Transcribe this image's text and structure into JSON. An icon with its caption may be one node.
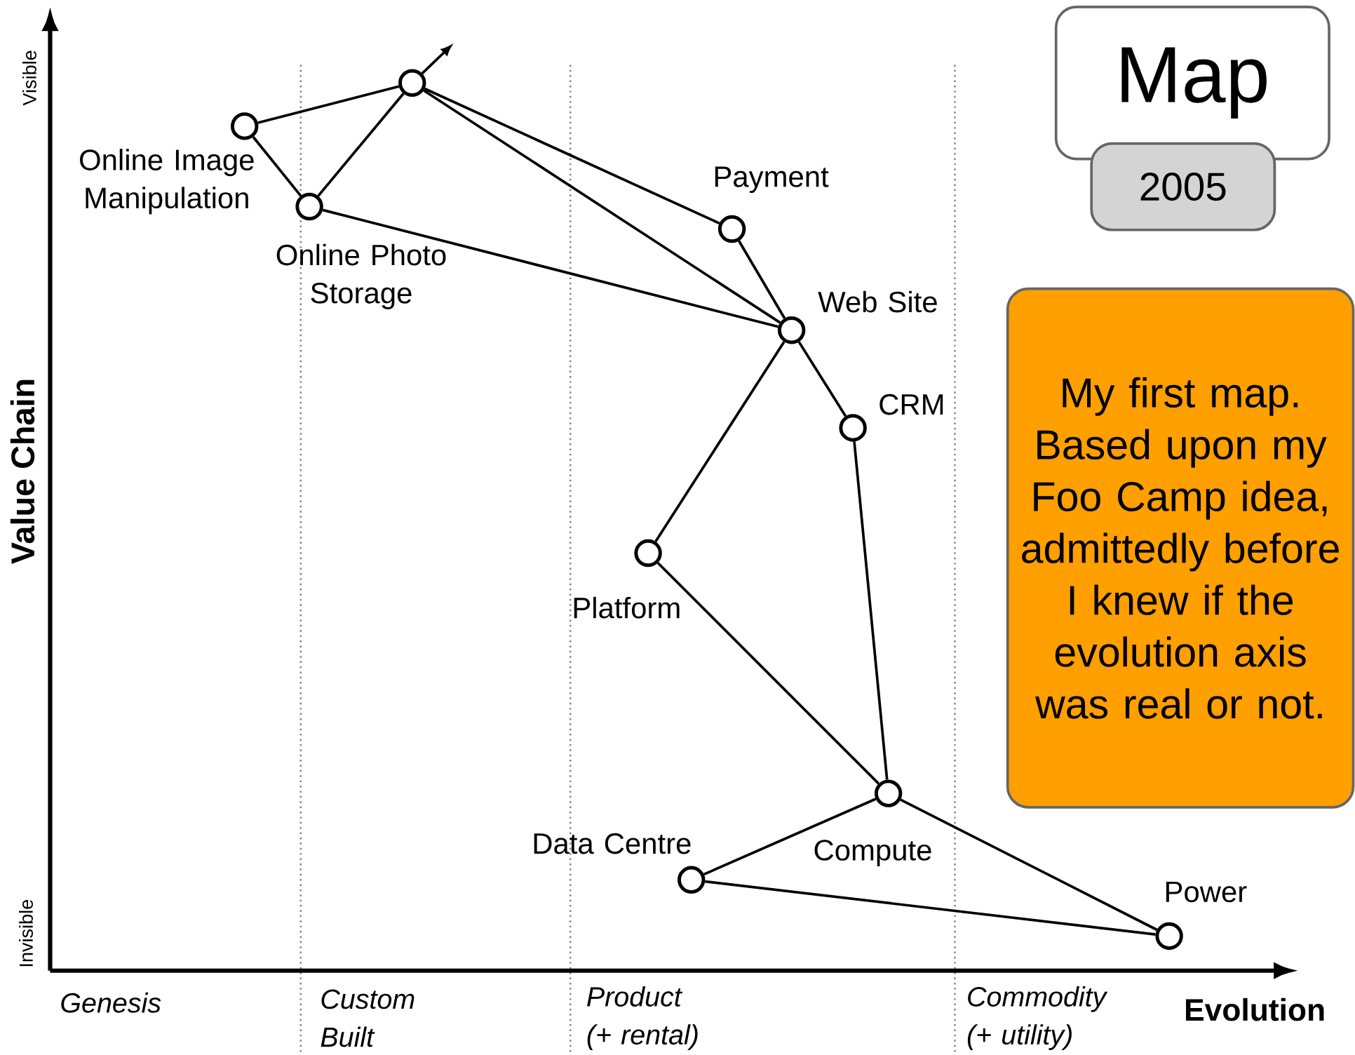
{
  "diagram": {
    "nodes": [
      {
        "text": [],
        "shape": "circle",
        "beside": [
          "Online Image Manipulation"
        ]
      },
      {
        "text": [],
        "shape": "circle"
      },
      {
        "text": [],
        "shape": "circle",
        "beside": [
          "Online Photo Storage"
        ]
      },
      {
        "text": [],
        "shape": "circle",
        "beside": [
          "Payment"
        ]
      },
      {
        "text": [],
        "shape": "circle",
        "beside": [
          "Web Site"
        ]
      },
      {
        "text": [],
        "shape": "circle",
        "beside": [
          "CRM"
        ]
      },
      {
        "text": [],
        "shape": "circle",
        "beside": [
          "Platform"
        ]
      },
      {
        "text": [],
        "shape": "circle",
        "beside": [
          "Compute"
        ]
      },
      {
        "text": [],
        "shape": "circle",
        "beside": [
          "Data Centre"
        ]
      },
      {
        "text": [],
        "shape": "circle",
        "beside": [
          "Power"
        ]
      },
      {
        "text": [
          "Map"
        ]
      },
      {
        "text": [
          "2005"
        ]
      },
      {
        "text": [
          "My first map. Based upon my Foo Camp idea, admittedly before I knew if the evolution axis was real or not."
        ]
      }
    ],
    "edges": [
      {
        "from": 0,
        "to": 1,
        "arrow": "none"
      },
      {
        "from": 0,
        "to": 2,
        "arrow": "none"
      },
      {
        "from": 2,
        "to": 1,
        "arrow": "none"
      },
      {
        "from": 1,
        "to": null,
        "arrow": "to"
      },
      {
        "from": 1,
        "to": 3,
        "arrow": "none"
      },
      {
        "from": 1,
        "to": 4,
        "arrow": "none"
      },
      {
        "from": 2,
        "to": 4,
        "arrow": "none"
      },
      {
        "from": 3,
        "to": 4,
        "arrow": "none"
      },
      {
        "from": 4,
        "to": 5,
        "arrow": "none"
      },
      {
        "from": 4,
        "to": 6,
        "arrow": "none"
      },
      {
        "from": 5,
        "to": 7,
        "arrow": "none"
      },
      {
        "from": 6,
        "to": 7,
        "arrow": "none"
      },
      {
        "from": 7,
        "to": 8,
        "arrow": "none"
      },
      {
        "from": 7,
        "to": 9,
        "arrow": "none"
      },
      {
        "from": 8,
        "to": 9,
        "arrow": "none"
      }
    ],
    "labels": [
      "Visible",
      "Value Chain",
      "Invisible",
      "Genesis",
      "Custom Built",
      "Product (+ rental)",
      "Commodity (+ utility)",
      "Evolution"
    ]
  }
}
